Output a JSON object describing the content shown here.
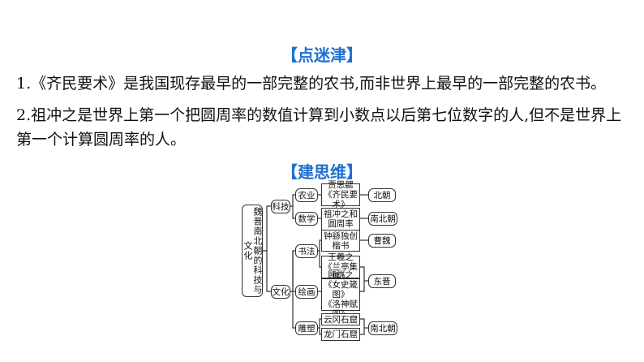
{
  "sections": {
    "tips_title": "【点迷津】",
    "tips": [
      "1.《齐民要术》是我国现存最早的一部完整的农书,而非世界上最早的一部完整的农书。",
      "2.祖冲之是世界上第一个把圆周率的数值计算到小数点以后第七位数字的人,但不是世界上第一个计算圆周率的人。"
    ],
    "mindmap_title": "【建思维】"
  },
  "mindmap": {
    "root": "魏晋南北朝的科技与文化",
    "branches": {
      "science": "科技",
      "culture": "文化"
    },
    "fields": {
      "agriculture": "农业",
      "math": "数学",
      "calligraphy": "书法",
      "painting": "绘画",
      "sculpture": "雕塑"
    },
    "items": {
      "jia_l1": "贾思勰",
      "jia_l2": "《齐民要术》",
      "zu_l1": "祖冲之和",
      "zu_l2": "圆周率",
      "zhong_l1": "钟繇独创",
      "zhong_l2": "楷书",
      "wang_l1": "王羲之",
      "wang_l2": "《兰亭集序》",
      "gu_l1": "顾恺之",
      "gu_l2": "《女史箴图》",
      "gu_l3": "《洛神赋图》",
      "yungang": "云冈石窟",
      "longmen": "龙门石窟"
    },
    "dynasties": {
      "north": "北朝",
      "nanbei1": "南北朝",
      "caowei": "曹魏",
      "dongjin": "东晋",
      "nanbei2": "南北朝"
    }
  }
}
